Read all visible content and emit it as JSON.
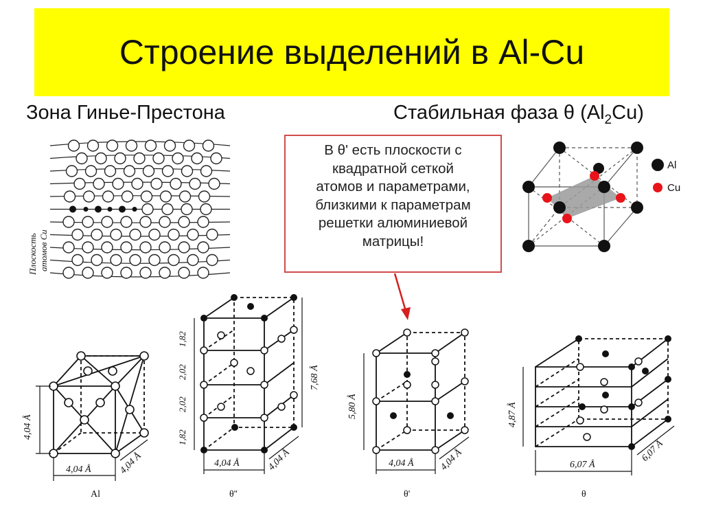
{
  "slide": {
    "title": "Строение выделений в Al-Cu",
    "gp_zone_title": "Зона Гинье-Престона",
    "stable_phase": {
      "prefix": "Стабильная фаза θ (Al",
      "sub": "2",
      "suffix": "Cu)"
    },
    "callout_lines": [
      "В θ' есть плоскости с",
      "квадратной сеткой",
      "атомов и параметрами,",
      "близкими к параметрам",
      "решетки алюминиевой",
      "матрицы!"
    ]
  },
  "gp_zone": {
    "label_line1": "Плоскость",
    "label_line2": "атомов Cu"
  },
  "legend": {
    "al": "Al",
    "cu": "Cu"
  },
  "structures": {
    "al": {
      "caption": "Al",
      "height": "4,04 Å",
      "width": "4,04 Å",
      "depth": "4,04 Å"
    },
    "theta_dd": {
      "caption": "θ''",
      "layers": [
        "1,82",
        "2,02",
        "2,02",
        "1,82"
      ],
      "height": "7,68 Å",
      "width": "4,04 Å",
      "depth": "4,04 Å"
    },
    "theta_p": {
      "caption": "θ'",
      "height": "5,80 Å",
      "width": "4,04 Å",
      "depth": "4,04 Å"
    },
    "theta": {
      "caption": "θ",
      "height": "4,87 Å",
      "width": "6,07 Å",
      "depth": "6,07 Å"
    }
  },
  "colors": {
    "title_bg": "#ffff00",
    "callout_border": "#d24b4b",
    "cu_atom": "#e8141a",
    "arrow": "#d61f1f"
  }
}
